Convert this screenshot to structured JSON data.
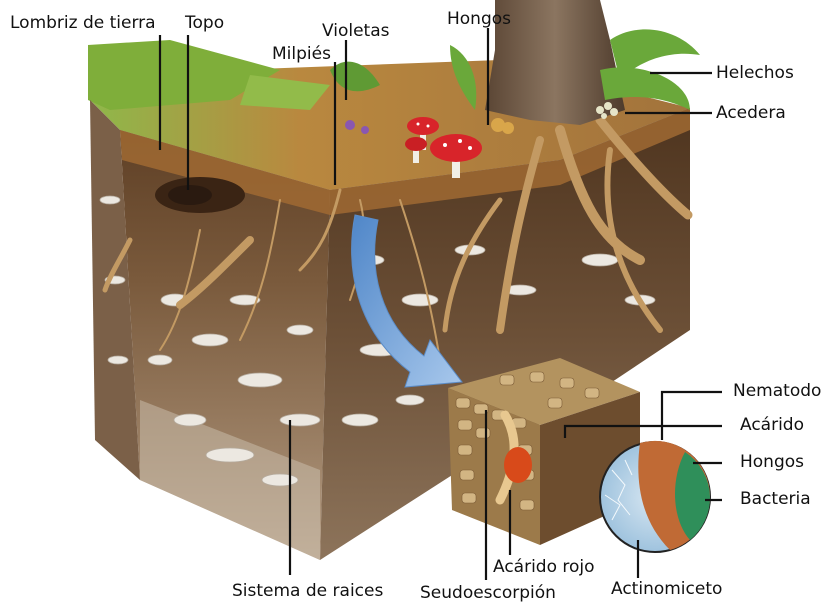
{
  "labels": {
    "earthworm": "Lombriz de tierra",
    "mole": "Topo",
    "violets": "Violetas",
    "millipede": "Milpiés",
    "fungi_top": "Hongos",
    "ferns": "Helechos",
    "sorrel": "Acedera",
    "root_system": "Sistema de raices",
    "pseudoscorpion": "Seudoescorpión",
    "red_mite": "Acárido rojo",
    "actinomycete": "Actinomiceto",
    "nematode": "Nematodo",
    "mite": "Acárido",
    "fungi_micro": "Hongos",
    "bacteria": "Bacteria"
  },
  "colors": {
    "grass": "#7fae3a",
    "litter": "#b07a3a",
    "topsoil": "#6b4a2c",
    "subsoil": "#a08468",
    "rock": "#e8e4de",
    "root": "#c39a63",
    "arrow": "#6f9fd6",
    "mushroom_cap": "#d8242a",
    "micro_fungus": "#c06a35",
    "micro_bacteria": "#2f8f5a",
    "micro_actino": "#b9d7ea",
    "leader_line": "#111111"
  }
}
